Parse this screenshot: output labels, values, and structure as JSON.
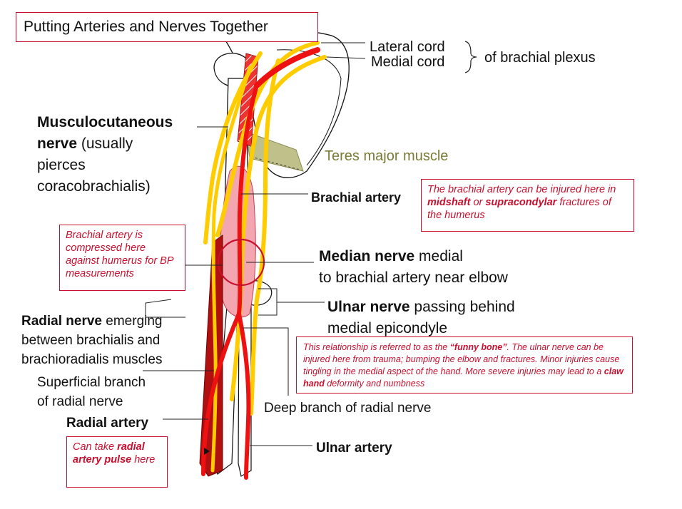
{
  "title": "Putting Arteries and Nerves Together",
  "labels": {
    "lateral_cord": "Lateral cord",
    "medial_cord": "Medial cord",
    "brachial_plexus": "of brachial plexus",
    "musculocutaneous_bold_1": "Musculocutaneous",
    "musculocutaneous_bold_2": "nerve",
    "musculocutaneous_rest_1": " (usually",
    "musculocutaneous_rest_2": "pierces",
    "musculocutaneous_rest_3": "coracobrachialis)",
    "teres_major": "Teres major muscle",
    "brachial_artery": "Brachial artery",
    "median_nerve_bold": "Median nerve",
    "median_nerve_rest_1": " medial",
    "median_nerve_rest_2": "to brachial artery near elbow",
    "ulnar_nerve_bold": "Ulnar nerve",
    "ulnar_nerve_rest_1": " passing behind",
    "ulnar_nerve_rest_2": "medial epicondyle",
    "radial_nerve_bold": "Radial nerve",
    "radial_nerve_rest_1": " emerging",
    "radial_nerve_rest_2": "between brachialis and",
    "radial_nerve_rest_3": "brachioradialis muscles",
    "superficial_branch_1": "Superficial branch",
    "superficial_branch_2": "of radial nerve",
    "deep_branch": "Deep branch of radial nerve",
    "radial_artery": "Radial artery",
    "ulnar_artery": "Ulnar artery"
  },
  "notes": {
    "brachial_injury": {
      "t1": "The brachial artery can be injured here in ",
      "e1": "midshaft",
      "t2": " or ",
      "e2": "supracondylar",
      "t3": " fractures of the humerus"
    },
    "bp": "Brachial artery is compressed here against humerus for BP measurements",
    "funny_bone": {
      "t1": "This relationship is referred to as the ",
      "e1": "“funny bone”",
      "t2": ". The ulnar nerve can be injured here from trauma; bumping the elbow and fractures. Minor injuries cause tingling in the medial aspect of the hand. More severe injuries may lead to a ",
      "e2": "claw hand",
      "t3": " deformity and numbness"
    },
    "pulse": {
      "t1": "Can take ",
      "e1": "radial artery pulse",
      "t2": " here"
    }
  },
  "colors": {
    "artery": "#ee1111",
    "nerve": "#ffcc00",
    "muscle": "#f4a6b0",
    "teres": "#bfc08a",
    "note_border": "#c8102e",
    "label_olive": "#7a7b35"
  }
}
